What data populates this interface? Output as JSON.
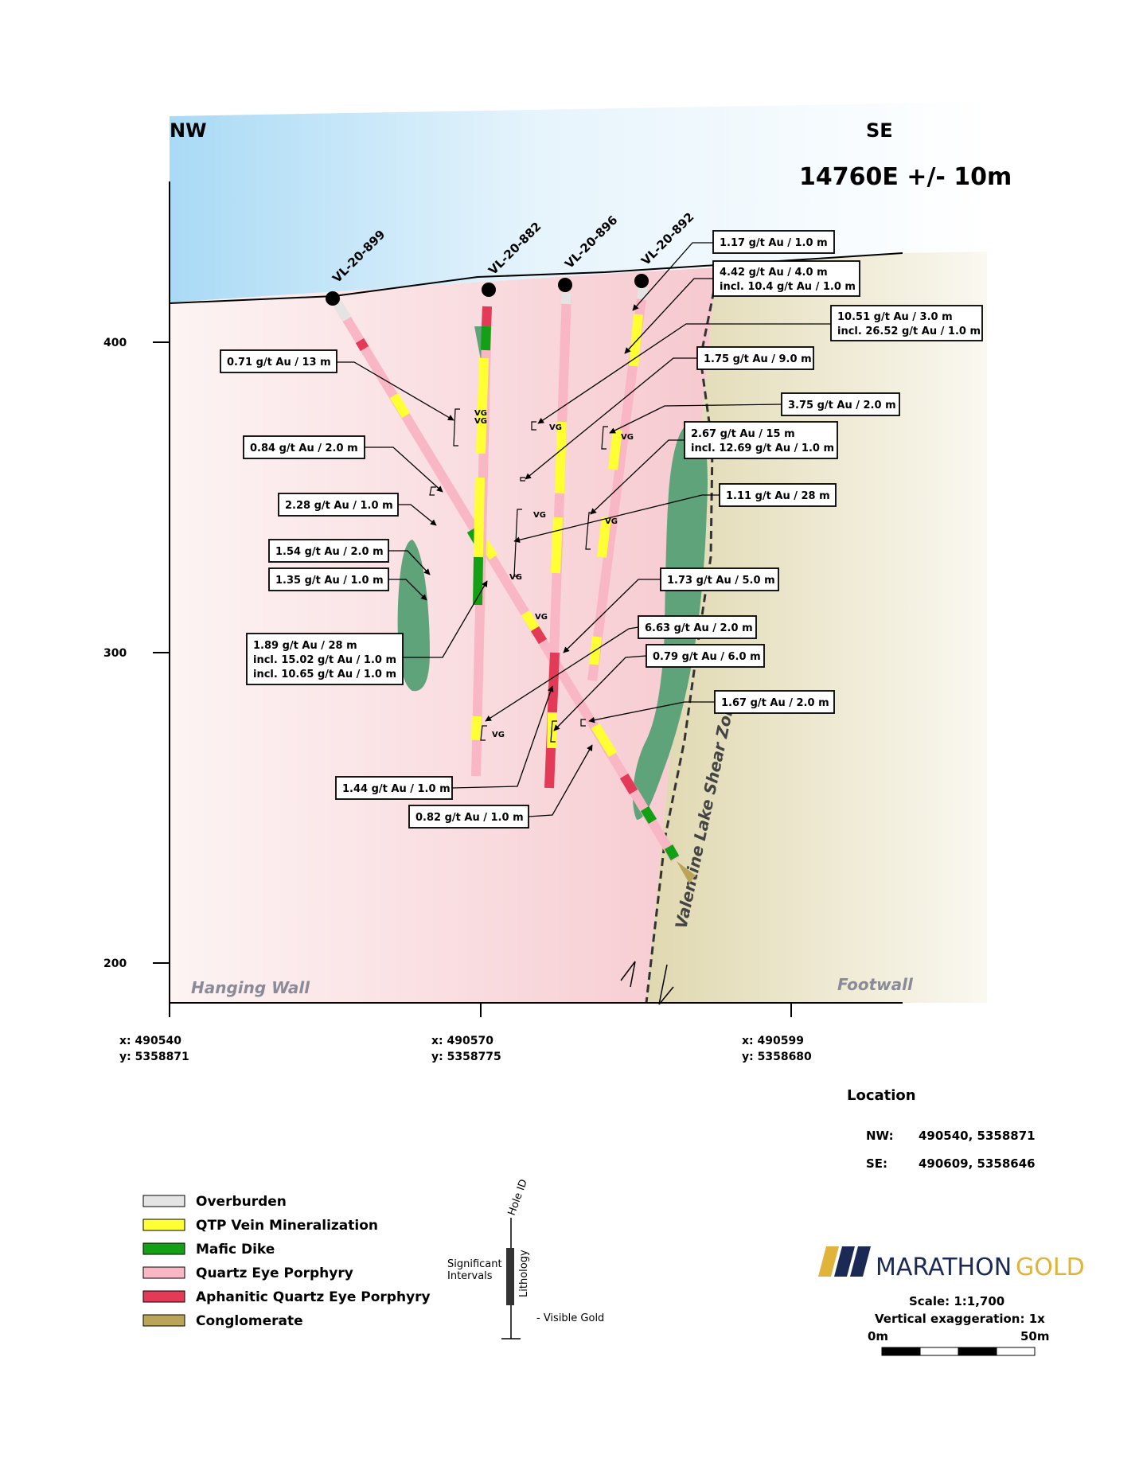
{
  "header": {
    "nw": "NW",
    "se": "SE",
    "section": "14760E +/- 10m"
  },
  "elevations": [
    "400",
    "300",
    "200"
  ],
  "coords": [
    {
      "x": "x: 490540",
      "y": "y: 5358871"
    },
    {
      "x": "x: 490570",
      "y": "y: 5358775"
    },
    {
      "x": "x: 490599",
      "y": "y: 5358680"
    }
  ],
  "walls": {
    "hanging": "Hanging Wall",
    "foot": "Footwall"
  },
  "shear_zone": "Valentine Lake Shear Zone",
  "holes": [
    "VL-20-899",
    "VL-20-882",
    "VL-20-896",
    "VL-20-892"
  ],
  "vg": "VG",
  "callouts": [
    [
      "1.17 g/t Au / 1.0 m"
    ],
    [
      "4.42 g/t Au / 4.0 m",
      "incl. 10.4 g/t Au / 1.0 m"
    ],
    [
      "10.51 g/t Au / 3.0 m",
      "incl. 26.52 g/t Au / 1.0 m"
    ],
    [
      "1.75 g/t Au / 9.0 m"
    ],
    [
      "0.71 g/t Au / 13 m"
    ],
    [
      "3.75 g/t Au / 2.0 m"
    ],
    [
      "2.67 g/t Au / 15 m",
      "incl. 12.69 g/t Au / 1.0 m"
    ],
    [
      "0.84 g/t Au / 2.0 m"
    ],
    [
      "1.11 g/t Au / 28 m"
    ],
    [
      "2.28 g/t Au / 1.0 m"
    ],
    [
      "1.54 g/t Au / 2.0 m"
    ],
    [
      "1.35 g/t Au / 1.0 m"
    ],
    [
      "1.73 g/t Au / 5.0 m"
    ],
    [
      "1.89 g/t Au / 28 m",
      "incl. 15.02 g/t Au / 1.0 m",
      "incl. 10.65 g/t Au / 1.0 m"
    ],
    [
      "6.63 g/t Au / 2.0 m"
    ],
    [
      "0.79 g/t Au / 6.0 m"
    ],
    [
      "1.67 g/t Au / 2.0 m"
    ],
    [
      "1.44 g/t Au / 1.0 m"
    ],
    [
      "0.82 g/t Au / 1.0 m"
    ]
  ],
  "location": {
    "title": "Location",
    "rows": [
      {
        "label": "NW:",
        "value": "490540, 5358871"
      },
      {
        "label": "SE:",
        "value": "490609, 5358646"
      }
    ]
  },
  "legend": [
    {
      "label": "Overburden",
      "color": "#e4e4e4"
    },
    {
      "label": "QTP Vein Mineralization",
      "color": "#ffff33"
    },
    {
      "label": "Mafic Dike",
      "color": "#14a014"
    },
    {
      "label": "Quartz Eye Porphyry",
      "color": "#f9b6c4"
    },
    {
      "label": "Aphanitic Quartz Eye Porphyry",
      "color": "#e23a57"
    },
    {
      "label": "Conglomerate",
      "color": "#b9a458"
    }
  ],
  "key": {
    "hole_id": "Hole ID",
    "intervals_1": "Significant",
    "intervals_2": "Intervals",
    "lithology": "Lithology",
    "visible_gold": "- Visible Gold"
  },
  "logo": {
    "word1": "MARATHON",
    "word2": "GOLD",
    "brand_gold": "#e0b43a",
    "brand_navy": "#1b2a55"
  },
  "scale": {
    "text": "Scale: 1:1,700",
    "exaggeration": "Vertical exaggeration: 1x",
    "min": "0m",
    "max": "50m"
  }
}
